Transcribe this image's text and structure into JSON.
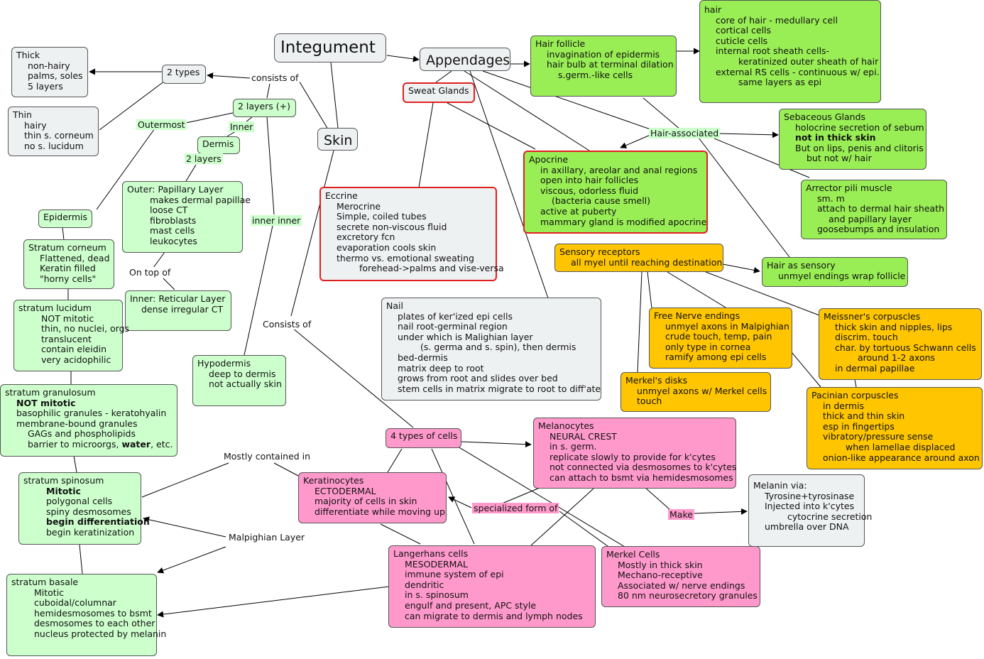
{
  "nodes": {
    "integument": "Integument",
    "appendages": "Appendages",
    "skin": "Skin",
    "two_types": "2 types",
    "two_layers": "2 layers (+)",
    "dermis": "Dermis",
    "epidermis": "Epidermis",
    "sweat_glands": "Sweat Glands",
    "four_types": "4 types of cells",
    "thick": [
      "Thick",
      "non-hairy",
      "palms, soles",
      "5 layers"
    ],
    "thin": [
      "Thin",
      "hairy",
      "thin s. corneum",
      "no s. lucidum"
    ],
    "papillary": [
      "Outer: Papillary Layer",
      "makes dermal papillae",
      "loose CT",
      "fibroblasts",
      "mast cells",
      "leukocytes"
    ],
    "reticular": [
      "Inner: Reticular Layer",
      "dense irregular CT"
    ],
    "hypodermis": [
      "Hypodermis",
      "deep to dermis",
      "not actually skin"
    ],
    "corneum": [
      "Stratum corneum",
      "Flattened, dead",
      "Keratin filled",
      "\"horny cells\""
    ],
    "lucidum": [
      "stratum lucidum",
      "NOT mitotic",
      "thin, no nuclei, orgs",
      "translucent",
      "contain eleidin",
      "very acidophilic"
    ],
    "granulosum": [
      "stratum granulosum",
      "NOT mitotic",
      "basophilic granules - keratohyalin",
      "membrane-bound granules",
      "GAGs and phospholipids",
      "barrier to microorgs, ",
      "water",
      ", etc."
    ],
    "spinosum": [
      "stratum spinosum",
      "Mitotic",
      "polygonal cells",
      "spiny desmosomes",
      "begin differentiation",
      "begin keratinization"
    ],
    "basale": [
      "stratum basale",
      "Mitotic",
      "cuboidal/columnar",
      "hemidesmosomes to bsmt",
      "desmosomes to each other",
      "nucleus protected by melanin"
    ],
    "eccrine": [
      "Eccrine",
      "Merocrine",
      "Simple, coiled tubes",
      "secrete non-viscous fluid",
      "excretory fcn",
      "evaporation cools skin",
      "thermo vs. emotional sweating",
      "forehead->palms and vise-versa"
    ],
    "nail": [
      "Nail",
      "plates of ker'ized epi cells",
      "nail root-germinal region",
      "under which is Malighian layer",
      "(s. germa and s. spin), then dermis",
      "bed-dermis",
      "matrix deep to root",
      "grows from root and slides over bed",
      "stem cells in matrix migrate to root to diff'ate"
    ],
    "hair_follicle": [
      "Hair follicle",
      "invagination of epidermis",
      "hair bulb at terminal dilation",
      "s.germ.-like cells"
    ],
    "hair": [
      "hair",
      "core of hair - medullary cell",
      "cortical cells",
      "cuticle cells",
      "internal root sheath cells-",
      "keratinized outer sheath of hair",
      "external RS cells - continuous w/ epi.",
      "same layers as epi"
    ],
    "sebaceous": [
      "Sebaceous Glands",
      "holocrine secretion of sebum",
      "not in thick skin",
      "But on lips, penis and clitoris",
      "but not w/ hair"
    ],
    "apocrine": [
      "Apocrine",
      "in axillary, areolar and anal regions",
      "open into hair follicles",
      "viscous, odorless fluid",
      "(bacteria cause smell)",
      "active at puberty",
      "mammary gland is modified apocrine"
    ],
    "arrector": [
      "Arrector pili muscle",
      "sm. m",
      "attach to dermal hair sheath",
      "and papillary layer",
      "goosebumps and insulation"
    ],
    "sensory": [
      "Sensory receptors",
      "all myel until reaching destination"
    ],
    "hair_sensory": [
      "Hair as sensory",
      "unmyel endings wrap follicle"
    ],
    "free_nerve": [
      "Free Nerve endings",
      "unmyel axons in Malpighian",
      "crude touch, temp, pain",
      "only type in cornea",
      "ramify among epi cells"
    ],
    "meissner": [
      "Meissner's corpuscles",
      "thick skin and nipples, lips",
      "discrim. touch",
      "char. by tortuous Schwann cells",
      "around 1-2 axons",
      "in dermal papillae"
    ],
    "merkel_disks": [
      "Merkel's disks",
      "unmyel axons w/ Merkel cells",
      "touch"
    ],
    "pacinian": [
      "Pacinian corpuscles",
      "in dermis",
      "thick and thin skin",
      "esp in fingertips",
      "vibratory/pressure sense",
      "when lamellae displaced",
      "onion-like appearance around axon"
    ],
    "melanocytes": [
      "Melanocytes",
      "NEURAL CREST",
      "in s. germ.",
      "replicate slowly to provide for k'cytes",
      "not connected via desmosomes to k'cytes",
      "can attach to bsmt via hemidesmosomes"
    ],
    "melanin": [
      "Melanin via:",
      "Tyrosine+tyrosinase",
      "Injected into k'cytes",
      "cytocrine secretion",
      "umbrella over DNA"
    ],
    "keratinocytes": [
      "Keratinocytes",
      "ECTODERMAL",
      "majority of cells in skin",
      "differentiate while moving up"
    ],
    "langerhans": [
      "Langerhans cells",
      "MESODERMAL",
      "immune system of epi",
      "dendritic",
      "in s. spinosum",
      "engulf and present, APC style",
      "can migrate to dermis and lymph nodes"
    ],
    "merkel_cells": [
      "Merkel Cells",
      "Mostly in thick skin",
      "Mechano-receptive",
      "Associated w/ nerve endings",
      "80 nm neurosecretory granules"
    ]
  },
  "links": {
    "consists_of": "consists of",
    "outermost": "Outermost",
    "inner": "Inner",
    "two_layers": "2 layers",
    "inner_inner": "inner inner",
    "on_top_of": "On top of",
    "consists_of_2": "Consists of",
    "hair_associated": "Hair-associated",
    "mostly_contained_in": "Mostly contained in",
    "malpighian_layer": "Malpighian Layer",
    "specialized_form_of": "specialized form of",
    "make": "Make"
  },
  "colors": {
    "gray": "#eef1f2",
    "light_green": "#ccffcc",
    "lime": "#99ee55",
    "orange": "#ffc600",
    "pink": "#ff99cc",
    "highlight_border": "#e02020"
  }
}
